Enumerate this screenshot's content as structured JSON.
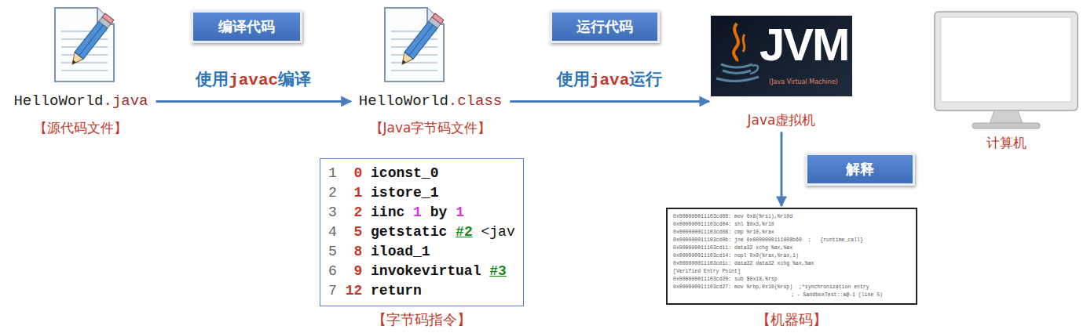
{
  "diagram": {
    "nodes": [
      {
        "text": [
          "HelloWorld.java",
          "【源代码文件】"
        ]
      },
      {
        "text": [
          "编译代码"
        ]
      },
      {
        "text": [
          "HelloWorld.class",
          "【Java字节码文件】"
        ]
      },
      {
        "text": [
          "运行代码"
        ]
      },
      {
        "text": [
          "JVM",
          "(Java Virtual Machine)",
          "Java虚拟机"
        ]
      },
      {
        "text": [
          "计算机"
        ]
      },
      {
        "text": [
          "1  0 iconst_0",
          "2  1 istore_1",
          "3  2 iinc 1 by 1",
          "4  5 getstatic #2 <jav",
          "5  8 iload_1",
          "6  9 invokevirtual #3",
          "7 12 return",
          "【字节码指令】"
        ]
      },
      {
        "text": [
          "解释"
        ]
      },
      {
        "text": [
          "0x000000011103cd00: mov 0x8(%rsi),%r10d",
          "0x000000011103cd04: shl $0x3,%r10",
          "0x000000011103cd08: cmp %r10,%rax",
          "0x000000011103cd0b: jne 0x0000000111008b60  ;   {runtime_call}",
          "0x000000011103cd11: data32 xchg %ax,%ax",
          "0x000000011103cd14: nopl 0x0(%rax,%rax,1)",
          "0x000000011103cd1c: data32 data32 xchg %ax,%ax",
          "[Verified Entry Point]",
          "0x000000011103cd20: sub $0x18,%rsp",
          "0x000000011103cd27: mov %rbp,0x10(%rsp)  ;*synchronization entry",
          "; - SandboxTest::a@-1 (line 5)",
          "【机器码】"
        ]
      }
    ],
    "edges": [
      {
        "from": 0,
        "to": 2,
        "label": "使用javac编译",
        "arrow": "to"
      },
      {
        "from": 2,
        "to": 4,
        "label": "使用java运行",
        "arrow": "to"
      },
      {
        "from": 4,
        "to": 8,
        "arrow": "to"
      }
    ]
  }
}
